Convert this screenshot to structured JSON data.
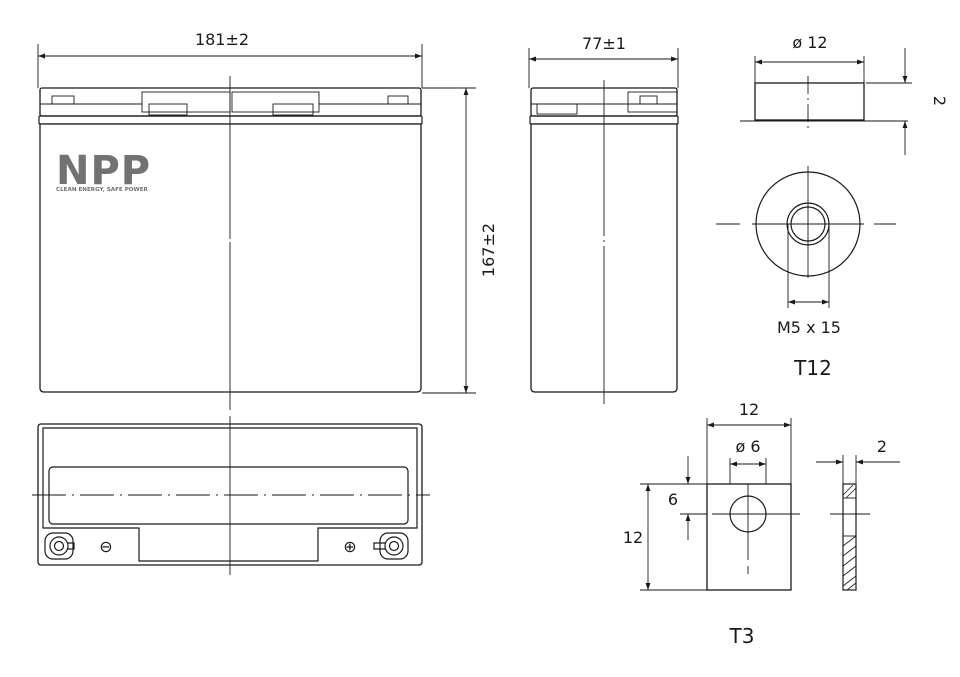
{
  "logo": {
    "brand": "NPP",
    "tagline": "CLEAN ENERGY, SAFE POWER"
  },
  "dimensions": {
    "front_width": "181±2",
    "side_width": "77±1",
    "height": "167±2",
    "t12_diameter": "ø 12",
    "t12_height": "2",
    "t12_thread": "M5 x 15",
    "t3_width": "12",
    "t3_hole": "ø 6",
    "t3_hole_offset": "6",
    "t3_height": "12",
    "t3_thickness": "2"
  },
  "symbols": {
    "negative": "⊖",
    "positive": "⊕"
  },
  "terminals": {
    "t12_label": "T12",
    "t3_label": "T3"
  },
  "colors": {
    "line": "#1a1a1a",
    "logo": "#727272"
  }
}
